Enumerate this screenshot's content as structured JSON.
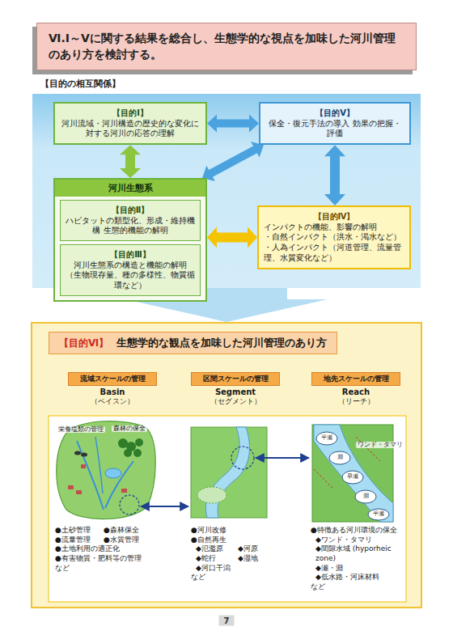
{
  "diagram": {
    "nodes": [
      {
        "text": [
          "Ⅵ.Ⅰ～Ⅴに関する結果を総合し、生態学的な視点を加味した河川管理のあり方を検討する。"
        ]
      },
      {
        "text": [
          "【目的の相互関係】"
        ]
      },
      {
        "text": [
          "【目的Ⅰ】",
          "河川流域・河川構造の歴史的な変化に 対する河川の応答の理解"
        ],
        "in": 1
      },
      {
        "text": [
          "【目的Ⅴ】",
          "保全・復元手法の導入 効果の把握・評価"
        ],
        "in": 1
      },
      {
        "text": [
          "河川生態系"
        ],
        "in": 1
      },
      {
        "text": [
          "【目的Ⅱ】",
          "ハビタットの類型化、形成・維持機構 生態的機能の解明"
        ],
        "in": 4
      },
      {
        "text": [
          "【目的Ⅲ】",
          "河川生態系の構造と機能の解明 （生物現存量、種の多様性、物質循環など）"
        ],
        "in": 4
      },
      {
        "text": [
          "【目的Ⅳ】",
          "インパクトの機能、影響の解明",
          "・自然インパクト（洪水・渇水など）",
          "・人為インパクト（河道管理、流量管理、水質変化など）"
        ],
        "in": 1
      },
      {
        "text": [
          "【目的Ⅵ】",
          "生態学的な観点を加味した河川管理のあり方"
        ]
      },
      {
        "text": [
          "流域スケールの管理",
          "Basin",
          "（ベイスン）"
        ],
        "in": 8
      },
      {
        "text": [
          "区間スケールの管理",
          "Segment",
          "（セグメント）"
        ],
        "in": 8
      },
      {
        "text": [
          "地先スケールの管理",
          "Reach",
          "（リーチ）"
        ],
        "in": 8
      }
    ],
    "edges": [
      {
        "from": 2,
        "to": 3,
        "arrow": "both"
      },
      {
        "from": 2,
        "to": 4,
        "arrow": "both"
      },
      {
        "from": 4,
        "to": 7,
        "arrow": "both"
      },
      {
        "from": 3,
        "to": 7,
        "arrow": "both"
      },
      {
        "from": 4,
        "to": 3,
        "arrow": "both"
      },
      {
        "from": 1,
        "to": 8,
        "arrow": "to"
      }
    ],
    "labels": [
      "森林の保全",
      "栄養塩類の管理",
      "平瀬",
      "淵",
      "早瀬",
      "淵",
      "平瀬",
      "ワンド・タマリ",
      "●土砂管理",
      "●森林保全",
      "●流量管理",
      "●水質管理",
      "●土地利用の適正化",
      "●有害物質・肥料等の管理",
      "など",
      "●河川改修",
      "●自然再生",
      "◆氾濫原",
      "◆河原",
      "◆蛇行",
      "◆湿地",
      "◆河口干潟",
      "など",
      "●特徴ある河川環境の保全",
      "◆ワンド・タマリ",
      "◆間隙水域 (hyporheic zone)",
      "◆瀬・淵",
      "◆低水路・河床材料",
      "など",
      "7"
    ]
  }
}
